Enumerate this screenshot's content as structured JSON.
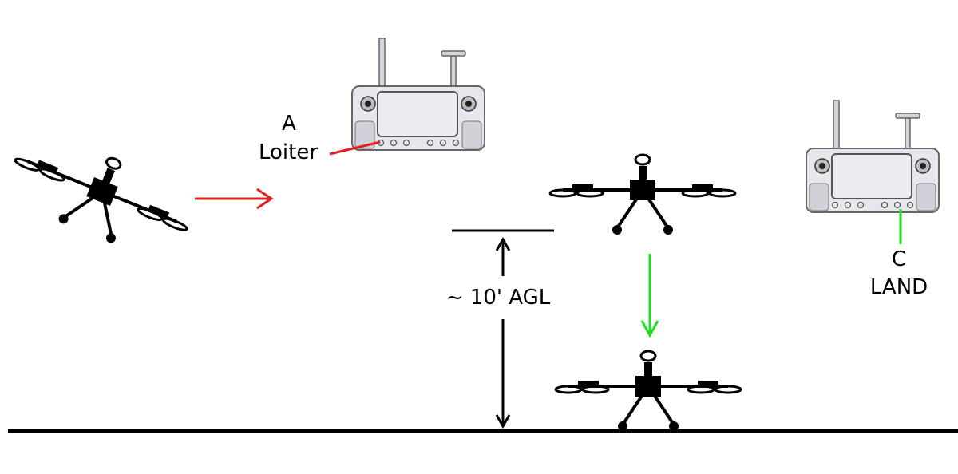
{
  "labels": {
    "a_letter": "A",
    "a_mode": "Loiter",
    "c_letter": "C",
    "c_mode": "LAND",
    "altitude": "~ 10' AGL"
  },
  "colors": {
    "ink": "#000000",
    "red_arrow": "#e01f1f",
    "green_arrow": "#22dd22",
    "controller_body": "#e6e6ec",
    "controller_outline": "#666666"
  },
  "icons": [
    "quadcopter-icon",
    "remote-controller-icon"
  ]
}
